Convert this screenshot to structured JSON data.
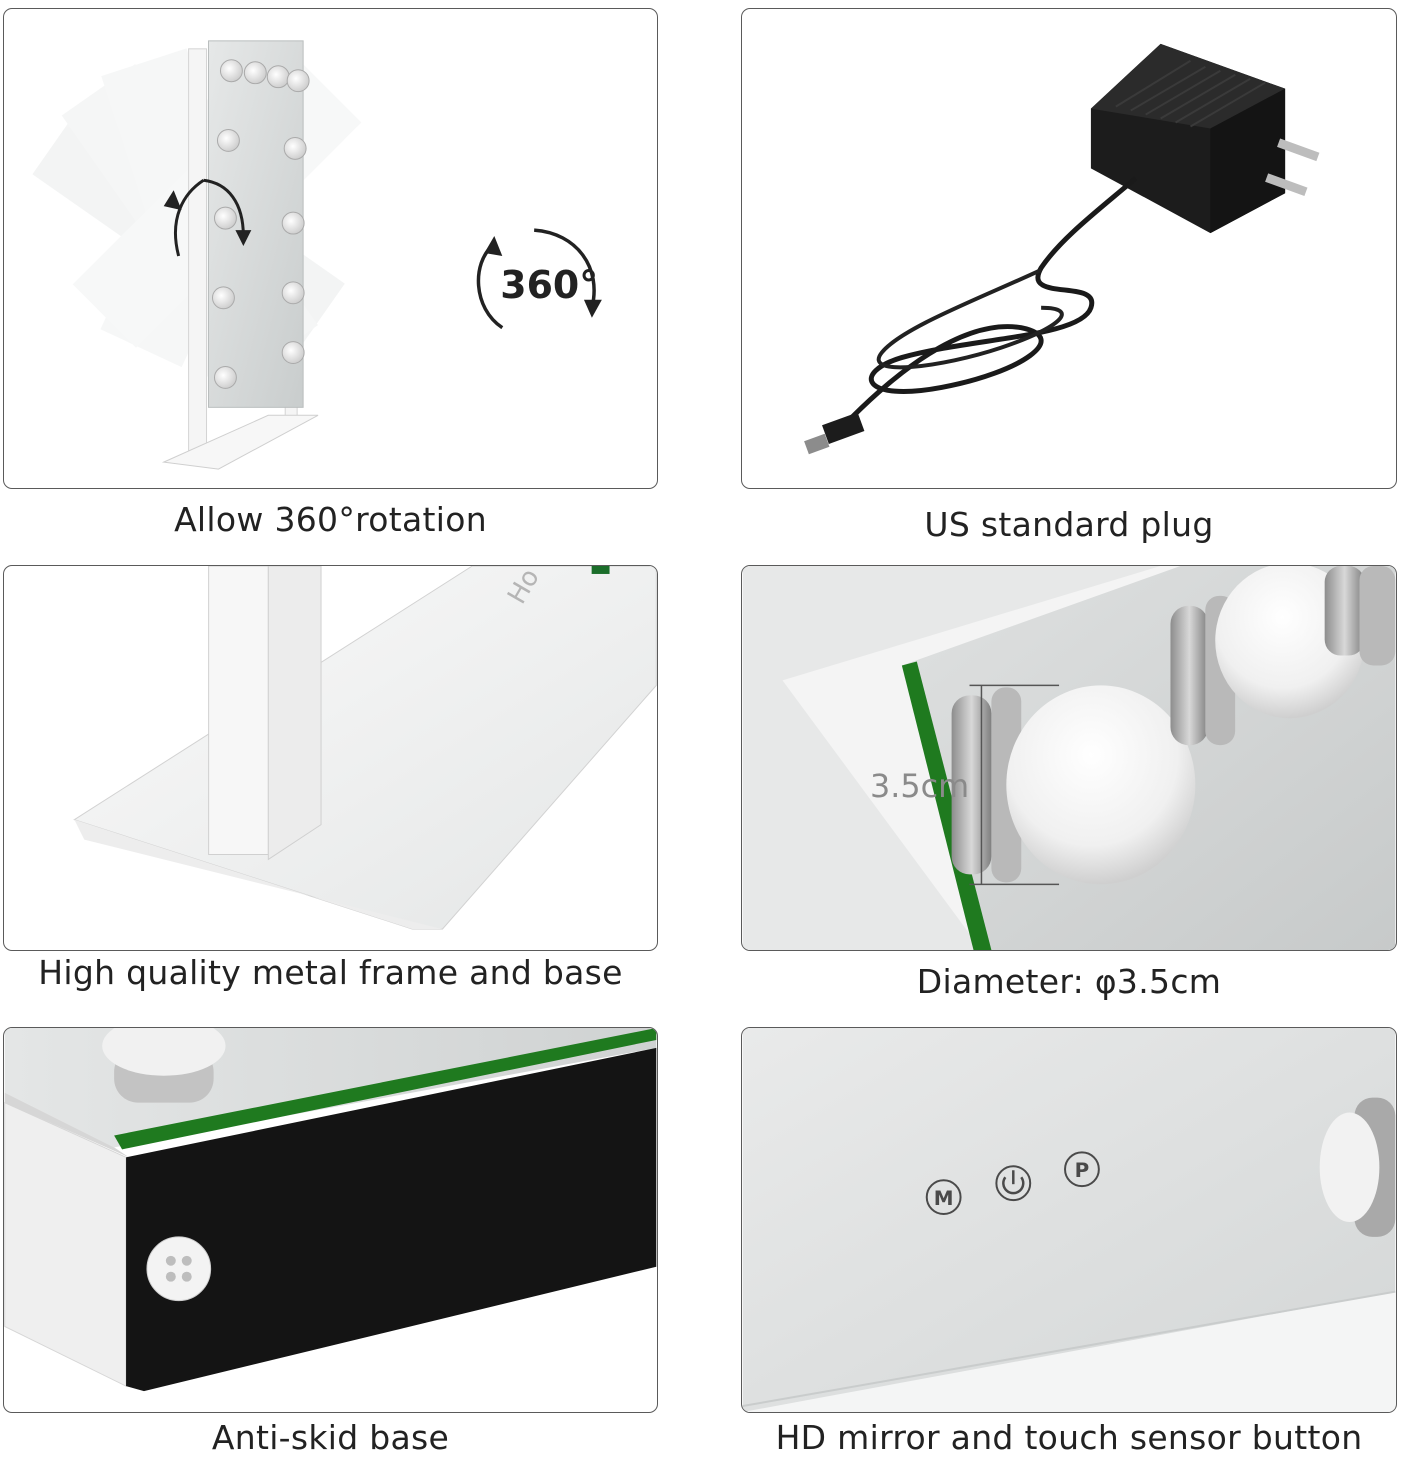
{
  "panels": [
    {
      "caption": "Allow 360°rotation",
      "badge": "360°"
    },
    {
      "caption": "US standard plug"
    },
    {
      "caption": "High quality metal frame and base",
      "brand_fragment": "Ho"
    },
    {
      "caption": "Diameter: φ3.5cm",
      "measure": "3.5cm"
    },
    {
      "caption": "Anti-skid base"
    },
    {
      "caption": "HD mirror and touch sensor button",
      "buttons": [
        "M",
        "P"
      ]
    }
  ],
  "colors": {
    "border": "#5a5a5a",
    "glass_edge": "#1f7a1f",
    "bulb": "#f4f4f4",
    "plug": "#1c1c1c"
  }
}
